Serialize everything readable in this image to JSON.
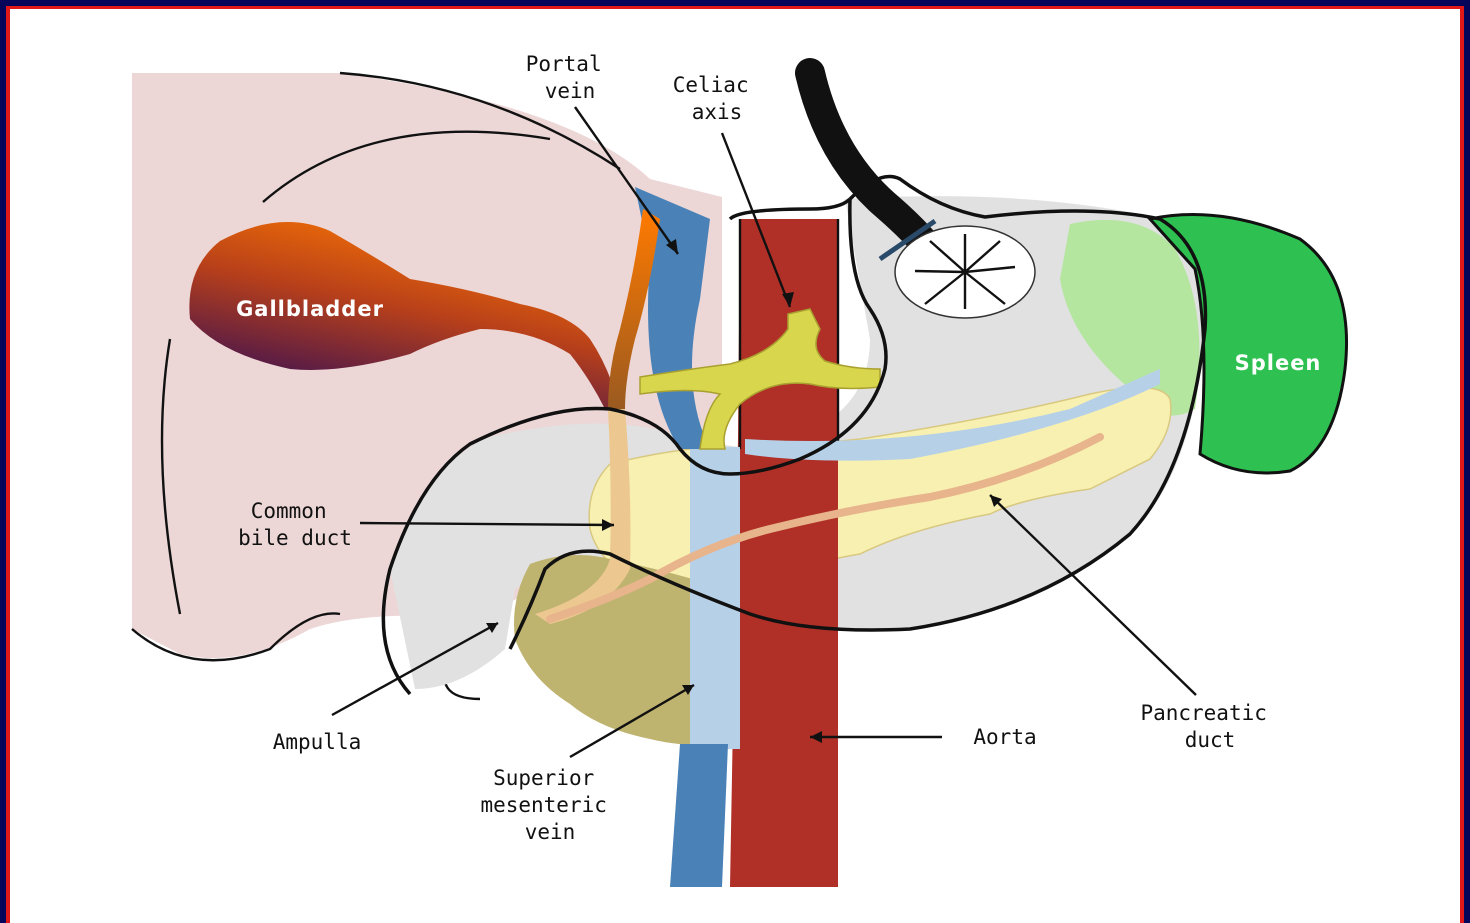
{
  "labels": {
    "portal_vein": [
      "Portal",
      "vein"
    ],
    "celiac_axis": [
      "Celiac",
      "axis"
    ],
    "gallbladder": "Gallbladder",
    "spleen": "Spleen",
    "common_bile_duct": [
      "Common",
      "bile duct"
    ],
    "ampulla": "Ampulla",
    "superior_mesenteric_vein": [
      "Superior",
      "mesenteric",
      "vein"
    ],
    "aorta": "Aorta",
    "pancreatic_duct": [
      "Pancreatic",
      "duct"
    ]
  },
  "colors": {
    "background": "#05055a",
    "border": "#e01818",
    "liver": "#ecd6d6",
    "stomach": "#e1e1e1",
    "portal_vein": "#4a82b8",
    "smv_light": "#b6d0e8",
    "aorta": "#b03028",
    "celiac": "#d7d64c",
    "pancreas": "#f8f0b0",
    "duodenum": "#bfb370",
    "spleen": "#2ec050",
    "splenic_tissue": "#b4e6a0",
    "gallbladder_top": "#ff7a00",
    "gallbladder_bottom": "#2a0a5a",
    "pancreatic_duct": "#e8b48c"
  }
}
